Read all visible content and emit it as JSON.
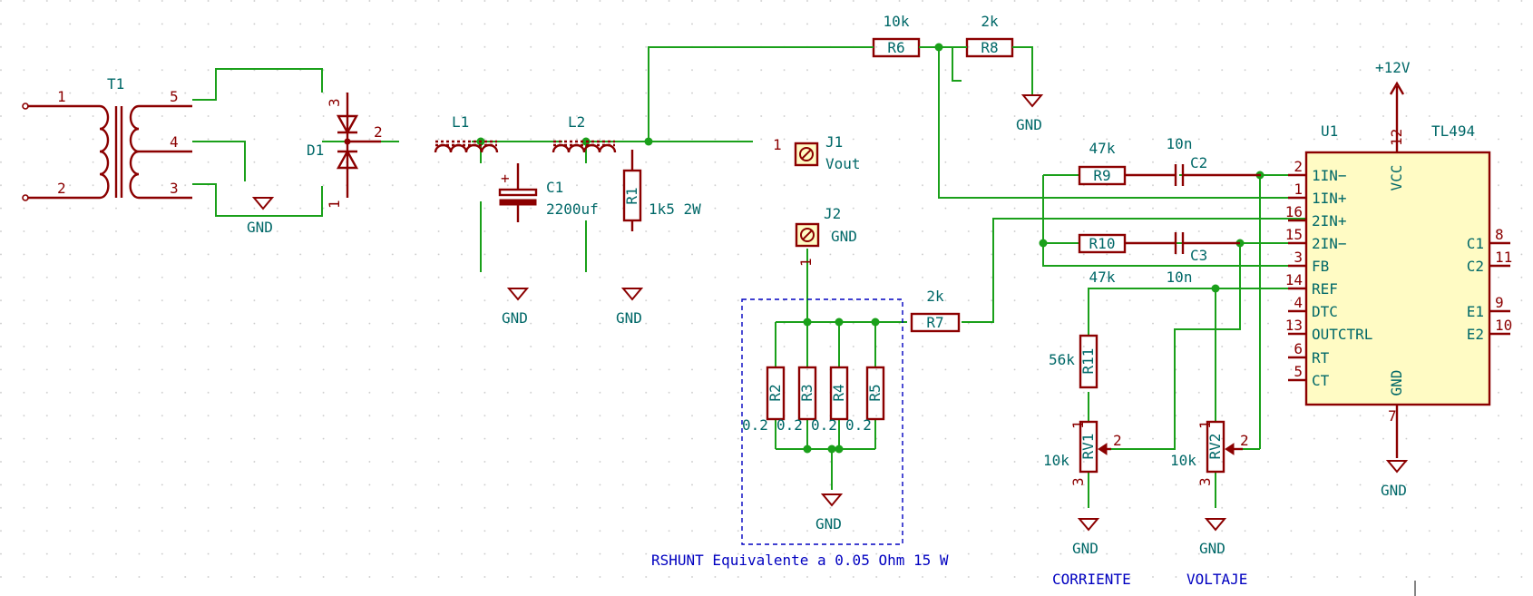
{
  "note": "RSHUNT Equivalente a 0.05 Ohm 15 W",
  "labels": {
    "corriente": "CORRIENTE",
    "voltaje": "VOLTAJE"
  },
  "power": {
    "gnd": "GND",
    "vcc": "+12V"
  },
  "T1": {
    "ref": "T1",
    "pins": [
      "1",
      "2",
      "5",
      "4",
      "3"
    ]
  },
  "D1": {
    "ref": "D1",
    "pins": [
      "3",
      "2",
      "1"
    ]
  },
  "L1": {
    "ref": "L1"
  },
  "L2": {
    "ref": "L2"
  },
  "C1": {
    "ref": "C1",
    "value": "2200uf",
    "polarity": "+"
  },
  "R1": {
    "ref": "R1",
    "value": "1k5 2W"
  },
  "J1": {
    "ref": "J1",
    "value": "Vout",
    "pin": "1"
  },
  "J2": {
    "ref": "J2",
    "value": "GND",
    "pin": "1"
  },
  "R6": {
    "ref": "R6",
    "value": "10k"
  },
  "R8": {
    "ref": "R8",
    "value": "2k"
  },
  "R7": {
    "ref": "R7",
    "value": "2k"
  },
  "R9": {
    "ref": "R9",
    "value": "47k"
  },
  "R10": {
    "ref": "R10",
    "value": "47k"
  },
  "C2": {
    "ref": "C2",
    "value": "10n"
  },
  "C3": {
    "ref": "C3",
    "value": "10n"
  },
  "R11": {
    "ref": "R11",
    "value": "56k"
  },
  "shunts": [
    {
      "ref": "R2",
      "value": "0.2"
    },
    {
      "ref": "R3",
      "value": "0.2"
    },
    {
      "ref": "R4",
      "value": "0.2"
    },
    {
      "ref": "R5",
      "value": "0.2"
    }
  ],
  "RV1": {
    "ref": "RV1",
    "value": "10k",
    "pins": [
      "1",
      "2",
      "3"
    ]
  },
  "RV2": {
    "ref": "RV2",
    "value": "10k",
    "pins": [
      "1",
      "2",
      "3"
    ]
  },
  "U1": {
    "ref": "U1",
    "value": "TL494",
    "left_pins": [
      {
        "num": "2",
        "name": "1IN−"
      },
      {
        "num": "1",
        "name": "1IN+"
      },
      {
        "num": "16",
        "name": "2IN+"
      },
      {
        "num": "15",
        "name": "2IN−"
      },
      {
        "num": "3",
        "name": "FB"
      },
      {
        "num": "14",
        "name": "REF"
      },
      {
        "num": "4",
        "name": "DTC"
      },
      {
        "num": "13",
        "name": "OUTCTRL"
      },
      {
        "num": "6",
        "name": "RT"
      },
      {
        "num": "5",
        "name": "CT"
      }
    ],
    "right_pins": [
      {
        "num": "8",
        "name": "C1"
      },
      {
        "num": "11",
        "name": "C2"
      },
      {
        "num": "9",
        "name": "E1"
      },
      {
        "num": "10",
        "name": "E2"
      }
    ],
    "vcc": {
      "num": "12",
      "name": "VCC"
    },
    "gnd": {
      "num": "7",
      "name": "GND"
    }
  }
}
